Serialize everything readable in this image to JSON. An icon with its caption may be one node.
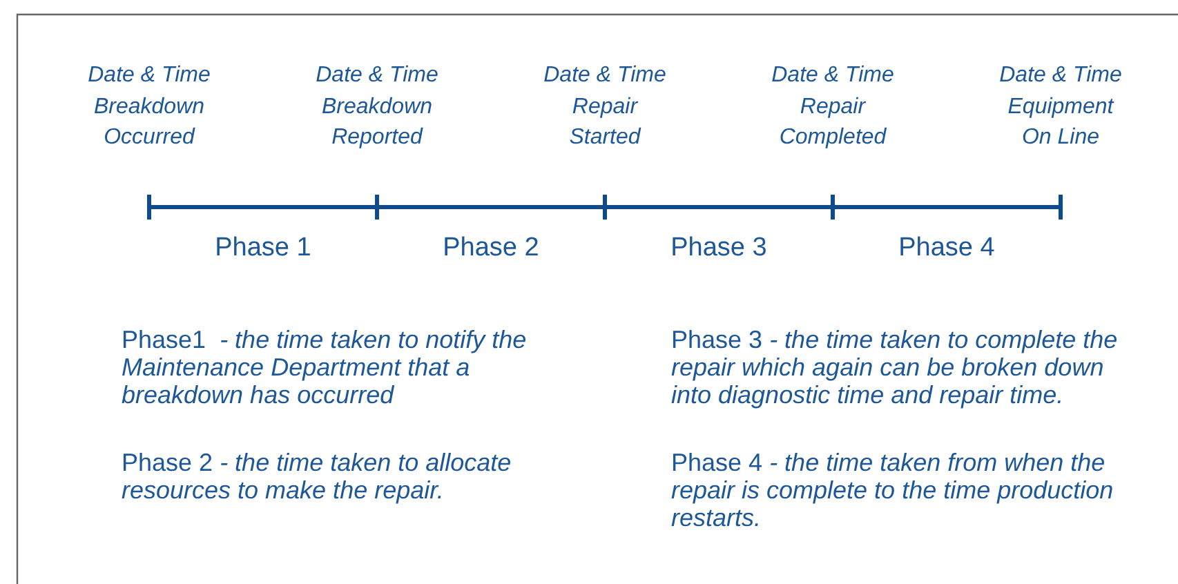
{
  "diagram": {
    "labels": [
      "Date & Time Breakdown Occurred",
      "Date & Time Breakdown Reported",
      "Date & Time Repair Started",
      "Date & Time Repair Completed",
      "Date & Time Equipment On Line",
      "Phase 1",
      "Phase 2",
      "Phase 3",
      "Phase 4",
      "Phase1  *- the time taken to notify the Maintenance Department that a breakdown has occurred*",
      "Phase 3 *- the time taken to complete the repair which again can be broken down into diagnostic time and repair time.*",
      "Phase 2 *- the time taken to allocate resources to make the repair.*",
      "Phase 4 *- the time taken from when the repair is complete to the time production restarts.*"
    ]
  }
}
